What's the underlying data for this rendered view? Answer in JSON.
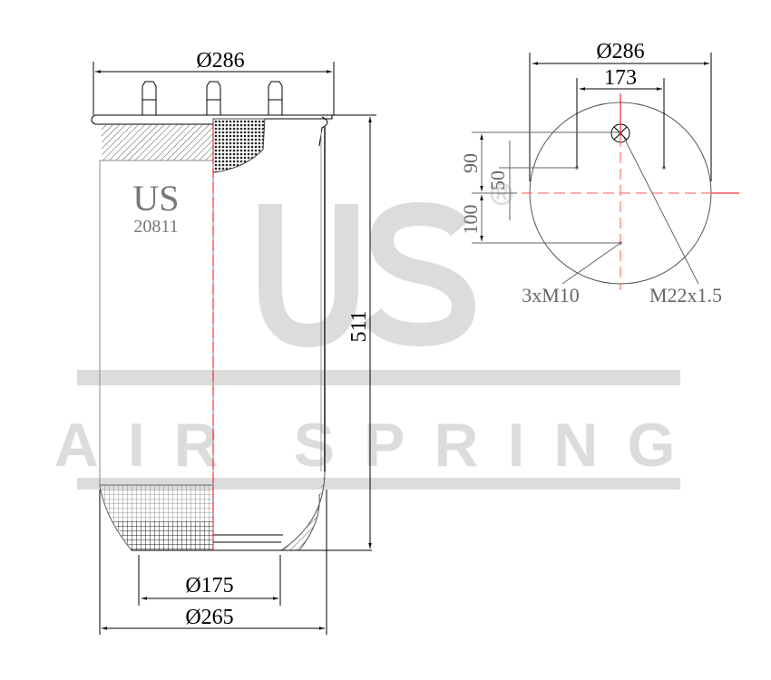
{
  "watermark": {
    "brand": "US",
    "registered": "®",
    "tagline": "AIR SPRING"
  },
  "side_view": {
    "label_brand": "US",
    "label_part_number": "20811",
    "dim_top_diameter": "Ø286",
    "dim_height": "511",
    "dim_piston_inner": "Ø175",
    "dim_piston_outer": "Ø265"
  },
  "top_view": {
    "dim_diameter": "Ø286",
    "dim_bolt_spacing": "173",
    "dim_90": "90",
    "dim_50": "50",
    "dim_100": "100",
    "label_studs": "3xM10",
    "label_air_fitting": "M22x1.5"
  },
  "colors": {
    "line": "#000000",
    "centerline": "#ff0000",
    "watermark": "#dcdcdc",
    "label_gray": "#777777"
  }
}
